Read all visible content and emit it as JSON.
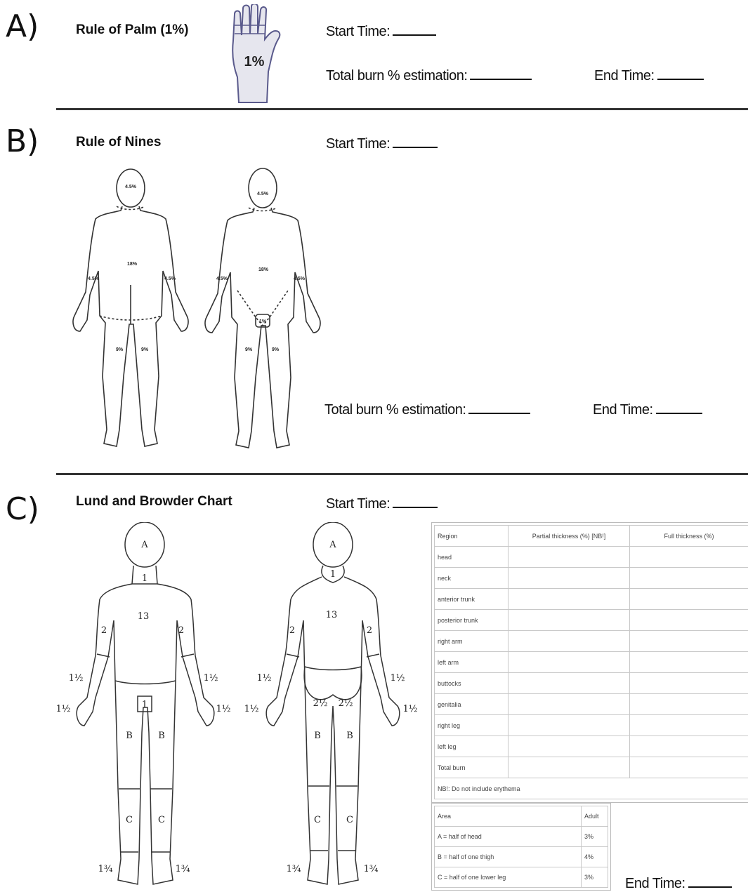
{
  "sectionA": {
    "letter": "A)",
    "title": "Rule of Palm (1%)",
    "palm_label": "1%",
    "start_time_label": "Start Time:",
    "total_burn_label": "Total burn % estimation:",
    "end_time_label": "End Time:"
  },
  "sectionB": {
    "letter": "B)",
    "title": "Rule of Nines",
    "start_time_label": "Start Time:",
    "total_burn_label": "Total burn % estimation:",
    "end_time_label": "End Time:",
    "back_figure": {
      "head": "4.5%",
      "trunk": "18%",
      "left_arm": "4.5%",
      "right_arm": "4.5%",
      "left_leg": "9%",
      "right_leg": "9%"
    },
    "front_figure": {
      "head": "4.5%",
      "trunk": "18%",
      "left_arm": "4.5%",
      "right_arm": "4.5%",
      "genitals": "1%",
      "left_leg": "9%",
      "right_leg": "9%"
    }
  },
  "sectionC": {
    "letter": "C)",
    "title": "Lund and Browder Chart",
    "start_time_label": "Start Time:",
    "end_time_label": "End Time:",
    "front_figure": {
      "head": "A",
      "neck": "1",
      "trunk": "13",
      "upper_arm_left": "2",
      "upper_arm_right": "2",
      "forearm_left": "1½",
      "forearm_right": "1½",
      "hand_left": "1½",
      "hand_right": "1½",
      "genitals": "1",
      "thigh_left": "B",
      "thigh_right": "B",
      "lower_leg_left": "C",
      "lower_leg_right": "C",
      "foot_left": "1¾",
      "foot_right": "1¾"
    },
    "back_figure": {
      "head": "A",
      "neck": "1",
      "trunk": "13",
      "upper_arm_left": "2",
      "upper_arm_right": "2",
      "forearm_left": "1½",
      "forearm_right": "1½",
      "hand_left": "1½",
      "hand_right": "1½",
      "buttock_left": "2½",
      "buttock_right": "2½",
      "thigh_left": "B",
      "thigh_right": "B",
      "lower_leg_left": "C",
      "lower_leg_right": "C",
      "foot_left": "1¾",
      "foot_right": "1¾"
    },
    "region_table": {
      "headers": [
        "Region",
        "Partial thickness (%) [NB!]",
        "Full thickness (%)"
      ],
      "rows": [
        "head",
        "neck",
        "anterior trunk",
        "posterior trunk",
        "right arm",
        "left arm",
        "buttocks",
        "genitalia",
        "right leg",
        "left leg",
        "Total burn"
      ],
      "note": "NB!: Do not include erythema"
    },
    "area_table": {
      "headers": [
        "Area",
        "Adult"
      ],
      "rows": [
        [
          "A = half of head",
          "3%"
        ],
        [
          "B = half of one thigh",
          "4%"
        ],
        [
          "C = half of one lower leg",
          "3%"
        ]
      ]
    }
  }
}
